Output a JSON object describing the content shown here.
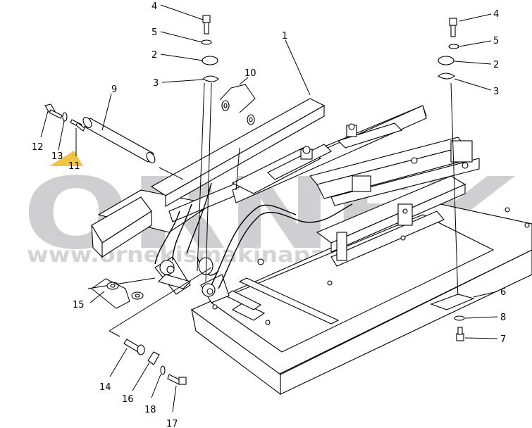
{
  "watermark": {
    "brand": "ORNEK",
    "url": "www.orneki̇smakinaparcalari.com.tr",
    "accent_color": "#f0c341",
    "watermark_color": "#cfcfd2"
  },
  "callouts": {
    "c1": "1",
    "c2_left": "2",
    "c2_right": "2",
    "c3_left": "3",
    "c3_right": "3",
    "c4_left": "4",
    "c4_right": "4",
    "c5_left": "5",
    "c5_right": "5",
    "c6": "6",
    "c7": "7",
    "c8": "8",
    "c9": "9",
    "c10": "10",
    "c11": "11",
    "c12": "12",
    "c13": "13",
    "c14": "14",
    "c15": "15",
    "c16": "16",
    "c17": "17",
    "c18": "18"
  }
}
